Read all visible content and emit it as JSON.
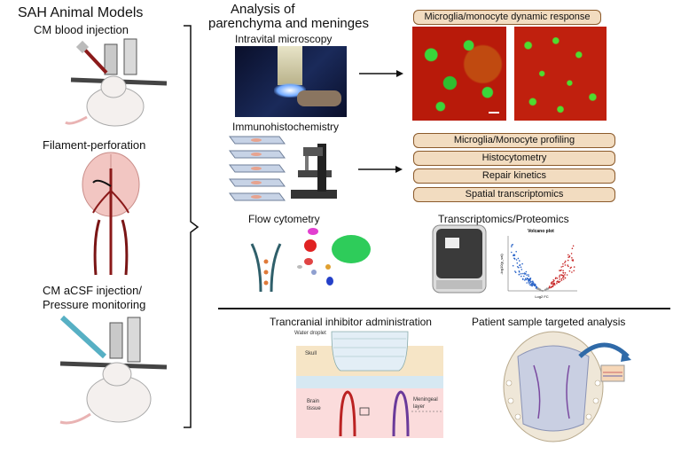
{
  "left": {
    "title": "SAH Animal Models",
    "model_cm_blood": "CM blood injection",
    "model_filament": "Filament-perforation",
    "model_cm_acsf_line1": "CM aCSF injection/",
    "model_cm_acsf_line2": "Pressure monitoring"
  },
  "analysis": {
    "heading_line1": "Analysis of",
    "heading_line2": "parenchyma and meninges",
    "intravital": "Intravital microscopy",
    "ihc": "Immunohistochemistry",
    "flow": "Flow cytometry",
    "omics": "Transcriptomics/Proteomics"
  },
  "outcomes": {
    "microglia_dynamic": "Microglia/monocyte dynamic response",
    "profiling": "Microglia/Monocyte profiling",
    "histocytometry": "Histocytometry",
    "repair": "Repair kinetics",
    "spatial": "Spatial transcriptomics"
  },
  "volcano": {
    "title": "Volcano plot",
    "xlabel": "Log2 FC",
    "ylabel": "-log10(p_val)"
  },
  "bottom": {
    "inhibitor_title": "Trancranial inhibitor administration",
    "water_droplet": "Water droplet",
    "skull": "Skull",
    "brain_tissue_line1": "Brain",
    "brain_tissue_line2": "tissue",
    "meningeal_line1": "Meningeal",
    "meningeal_line2": "layer",
    "patient_title": "Patient sample targeted  analysis"
  }
}
